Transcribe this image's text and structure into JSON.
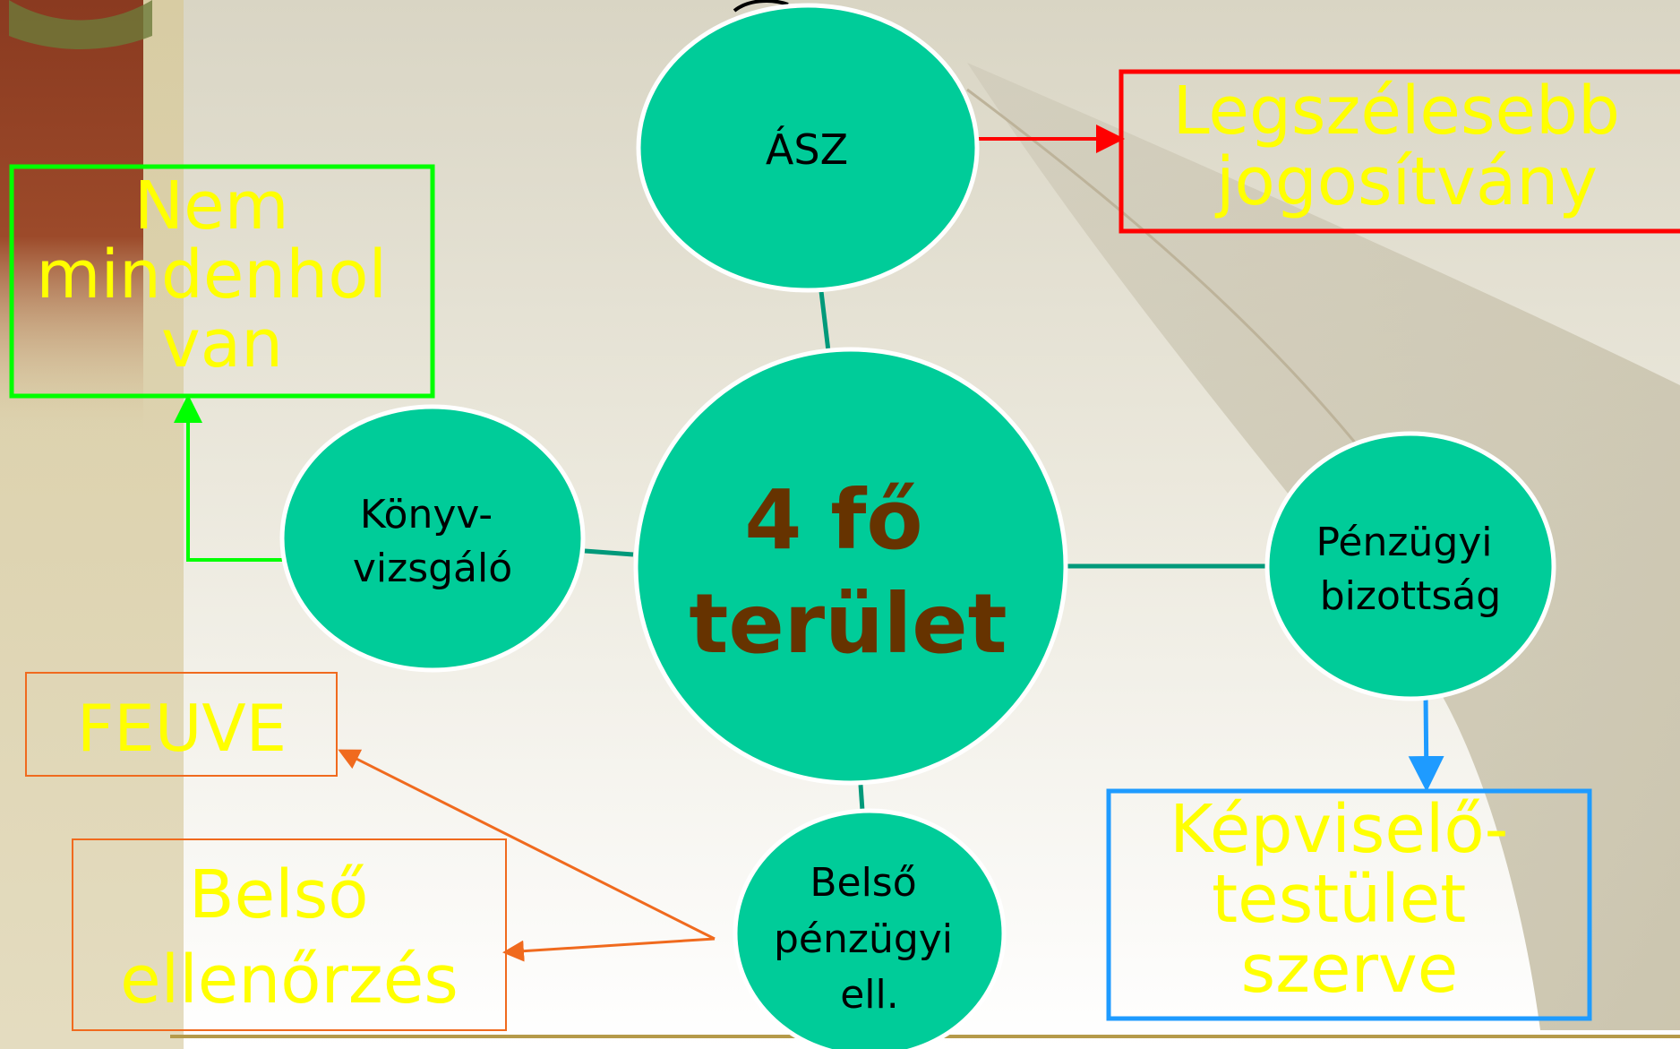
{
  "diagram": {
    "center": {
      "lines": [
        "4 fő",
        "terület"
      ]
    },
    "nodes": {
      "asz": {
        "lines": [
          "ÁSZ"
        ]
      },
      "konyv": {
        "lines": [
          "Könyv-",
          "vizsgáló"
        ]
      },
      "penzugyi": {
        "lines": [
          "Pénzügyi",
          "bizottság"
        ]
      },
      "belso": {
        "lines": [
          "Belső",
          "pénzügyi",
          "ell."
        ]
      }
    },
    "notes": {
      "legszelesebb": {
        "lines": [
          "Legszélesebb",
          "jogosítvány"
        ]
      },
      "nem_mindenhol": {
        "lines": [
          "Nem",
          "mindenhol",
          "van"
        ]
      },
      "feuve": {
        "lines": [
          "FEUVE"
        ]
      },
      "belso_ell": {
        "lines": [
          "Belső",
          "ellenőrzés"
        ]
      },
      "kepviselo": {
        "lines": [
          "Képviselő-",
          "testület",
          "szerve"
        ]
      }
    }
  },
  "colors": {
    "node_fill": "#00CC99",
    "center_text": "#663300",
    "note_text": "#FFFF00",
    "red": "#FF0000",
    "green": "#00FF00",
    "orange": "#F06A1E",
    "blue": "#1E9BFF",
    "connector": "#00997A"
  }
}
